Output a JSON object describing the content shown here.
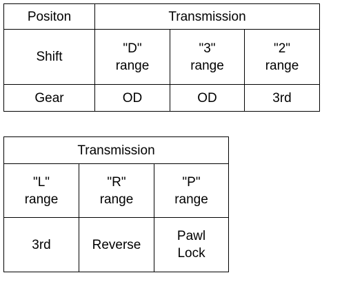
{
  "table_top": {
    "header": {
      "position": "Positon",
      "transmission": "Transmission"
    },
    "shift_row": {
      "label": "Shift",
      "cells": [
        {
          "line1": "\"D\"",
          "line2": "range"
        },
        {
          "line1": "\"3\"",
          "line2": "range"
        },
        {
          "line1": "\"2\"",
          "line2": "range"
        }
      ]
    },
    "gear_row": {
      "label": "Gear",
      "cells": [
        "OD",
        "OD",
        "3rd"
      ]
    }
  },
  "table_bottom": {
    "header": {
      "transmission": "Transmission"
    },
    "range_row": {
      "cells": [
        {
          "line1": "\"L\"",
          "line2": "range"
        },
        {
          "line1": "\"R\"",
          "line2": "range"
        },
        {
          "line1": "\"P\"",
          "line2": "range"
        }
      ]
    },
    "gear_row": {
      "cells": [
        {
          "line1": "3rd",
          "line2": ""
        },
        {
          "line1": "Reverse",
          "line2": ""
        },
        {
          "line1": "Pawl",
          "line2": "Lock"
        }
      ]
    }
  }
}
